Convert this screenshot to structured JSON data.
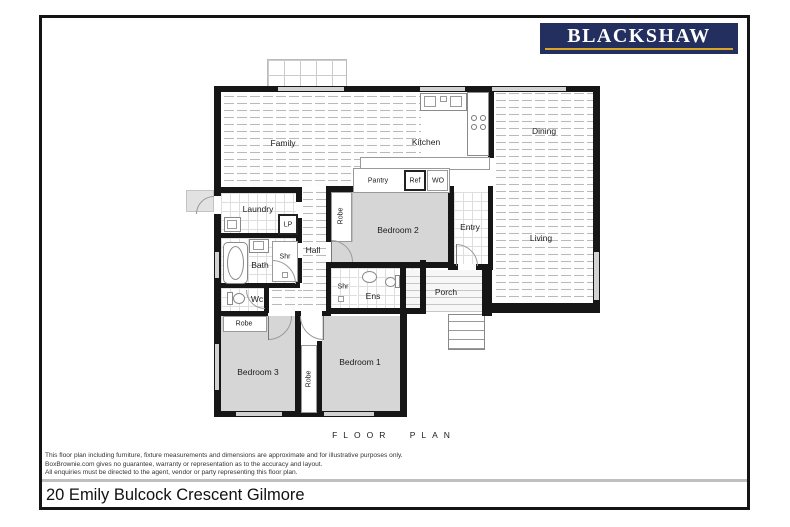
{
  "page": {
    "plan_title": "FLOOR PLAN",
    "address": "20 Emily Bulcock Crescent Gilmore",
    "disclaimer_lines": [
      "This floor plan including furniture, fixture measurements and dimensions are approximate and for illustrative purposes only.",
      "BoxBrownie.com gives no guarantee, warranty or representation as to the accuracy and layout.",
      "All enquiries must be directed to the agent, vendor or party representing this floor plan."
    ]
  },
  "logo": {
    "brand": "BLACKSHAW",
    "bg_color": "#232f5e",
    "text_color": "#ffffff",
    "underline_color": "#d9a522"
  },
  "rooms": {
    "family": "Family",
    "kitchen": "Kitchen",
    "dining": "Dining",
    "living": "Living",
    "entry": "Entry",
    "pantry": "Pantry",
    "ref": "Ref",
    "wo": "WO",
    "laundry": "Laundry",
    "lp": "LP",
    "hall": "Hall",
    "bath": "Bath",
    "shr_bath": "Shr",
    "wc": "Wc",
    "bedroom2": "Bedroom 2",
    "robe_bed2": "Robe",
    "shr_ens": "Shr",
    "ens": "Ens",
    "porch": "Porch",
    "bedroom3": "Bedroom 3",
    "robe_bed3": "Robe",
    "robe_central": "Robe",
    "bedroom1": "Bedroom 1"
  },
  "colors": {
    "wall": "#161616",
    "carpet": "#d6d6d6",
    "window": "#d2d2d2"
  }
}
